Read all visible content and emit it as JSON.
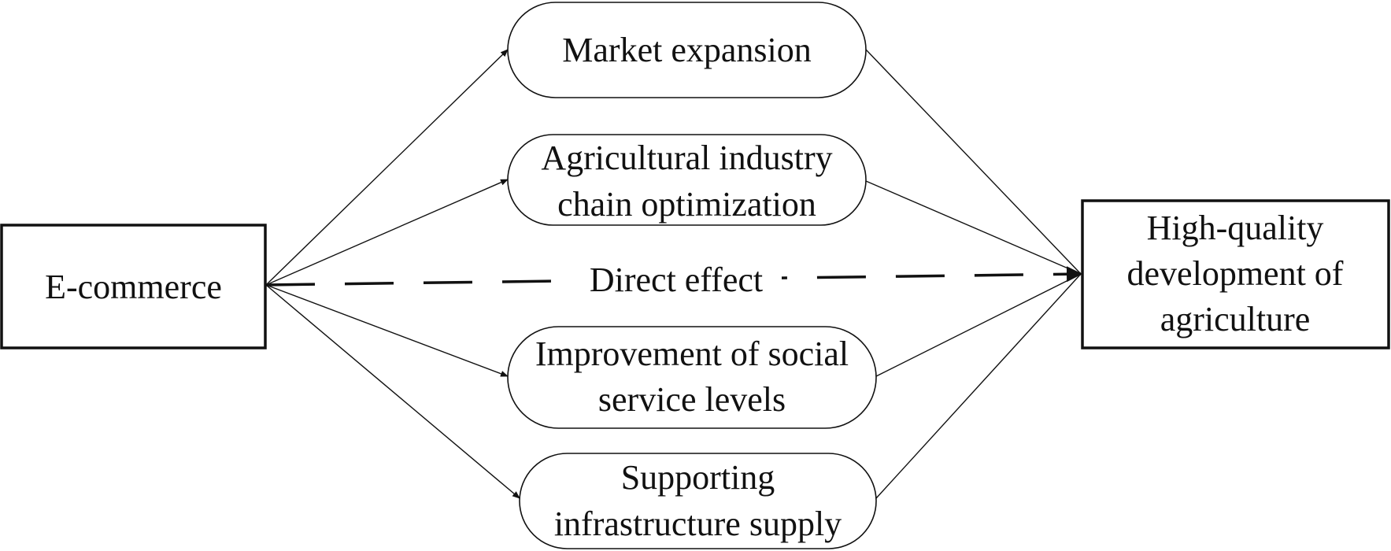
{
  "source": {
    "label": "E-commerce"
  },
  "target": {
    "label_lines": [
      "High-quality",
      "development of",
      "agriculture"
    ]
  },
  "mediators": [
    {
      "lines": [
        "Market expansion"
      ]
    },
    {
      "lines": [
        "Agricultural industry",
        "chain optimization"
      ]
    },
    {
      "lines": [
        "Improvement of social",
        "service levels"
      ]
    },
    {
      "lines": [
        "Supporting",
        "infrastructure supply"
      ]
    }
  ],
  "direct_effect": {
    "label": "Direct effect"
  }
}
